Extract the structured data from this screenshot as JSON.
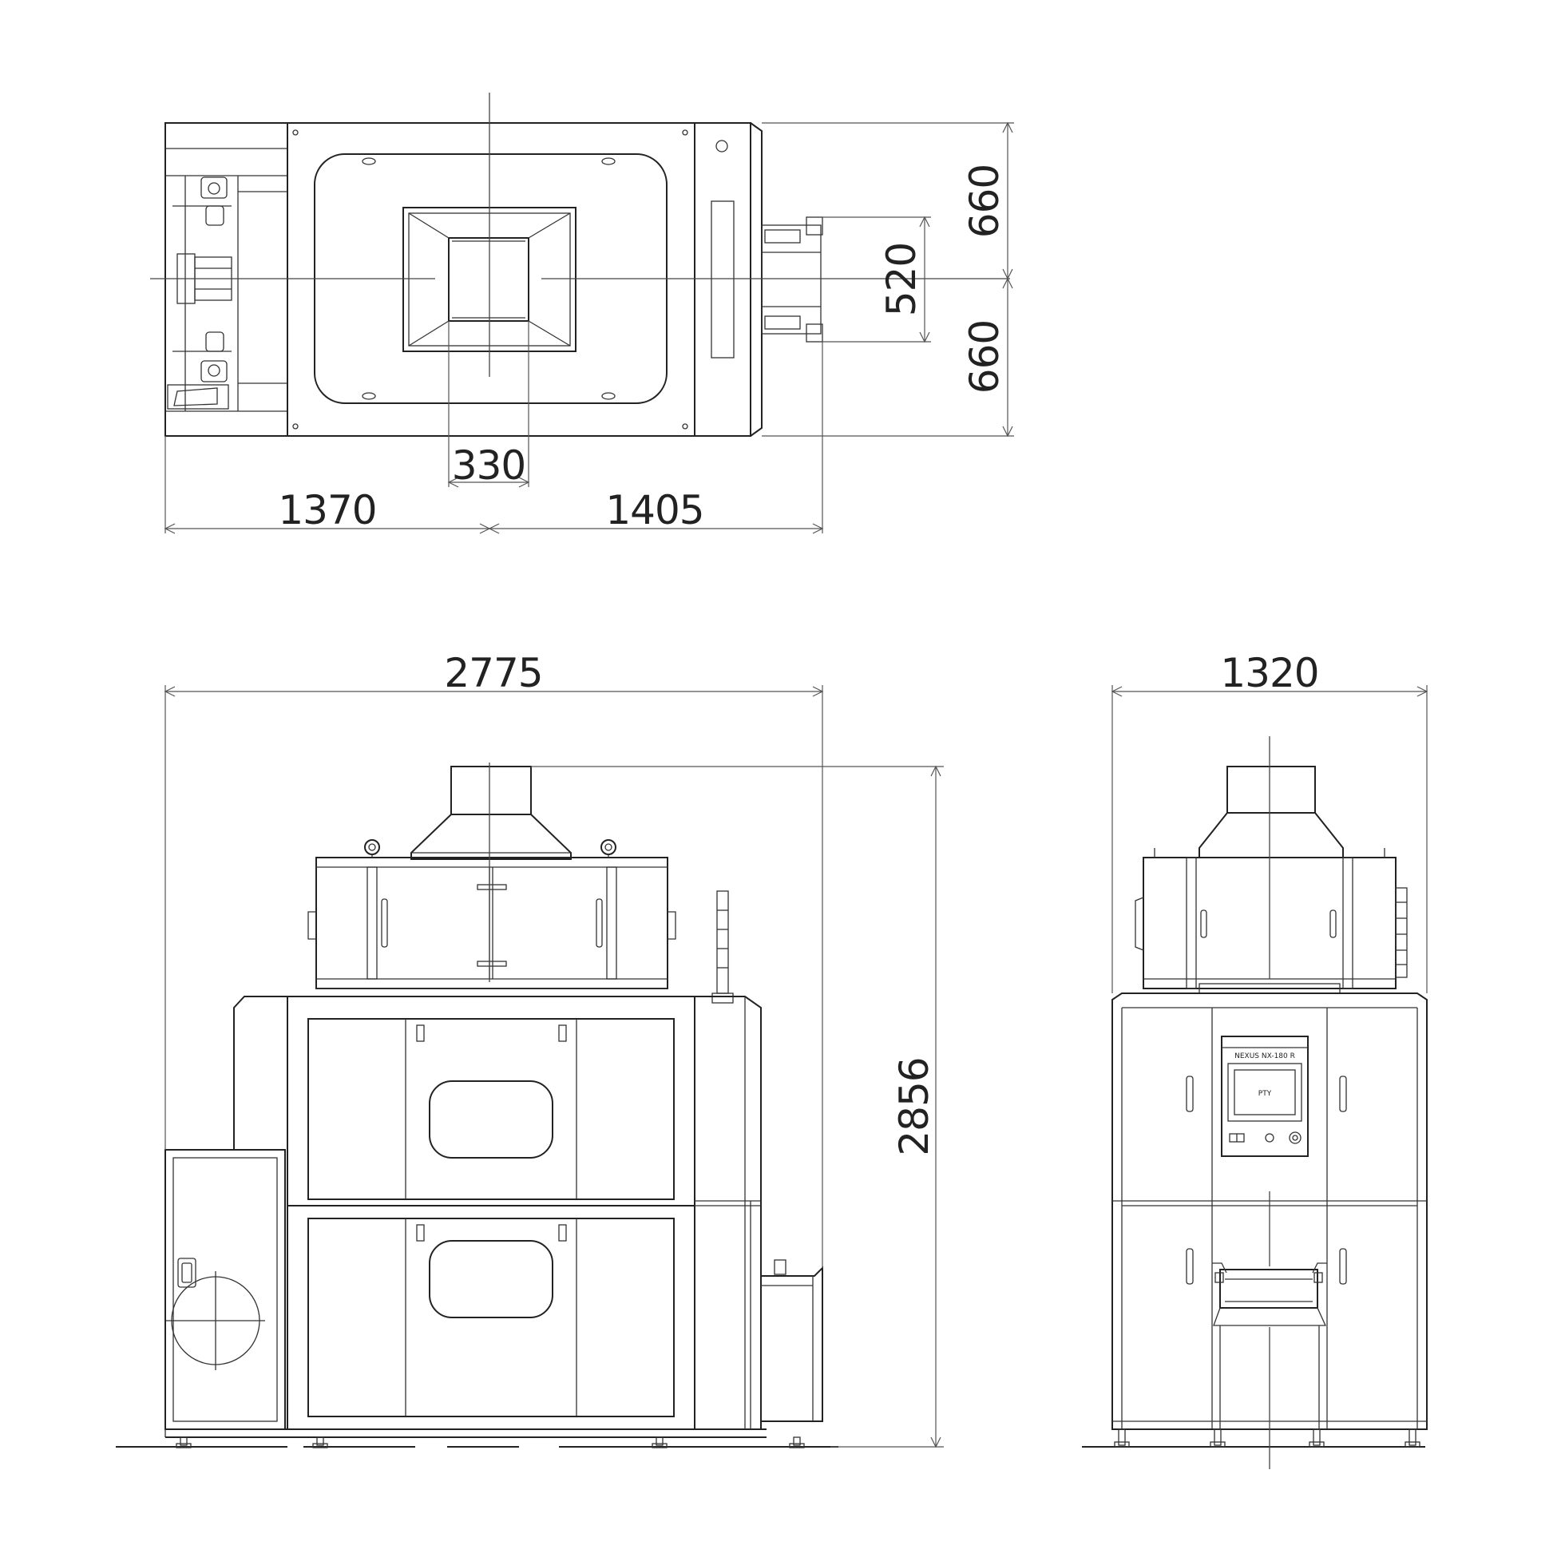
{
  "colors": {
    "line": "#222222",
    "background": "#ffffff"
  },
  "dimensions": {
    "top_height_upper": "660",
    "top_height_lower": "660",
    "top_inner_width": "520",
    "top_opening": "330",
    "top_left_length": "1370",
    "top_right_length": "1405",
    "front_total_length": "2775",
    "front_total_height": "2856",
    "side_total_width": "1320"
  },
  "panel": {
    "model_label": "NEXUS NX-180 R",
    "screen_label": "PTY"
  }
}
